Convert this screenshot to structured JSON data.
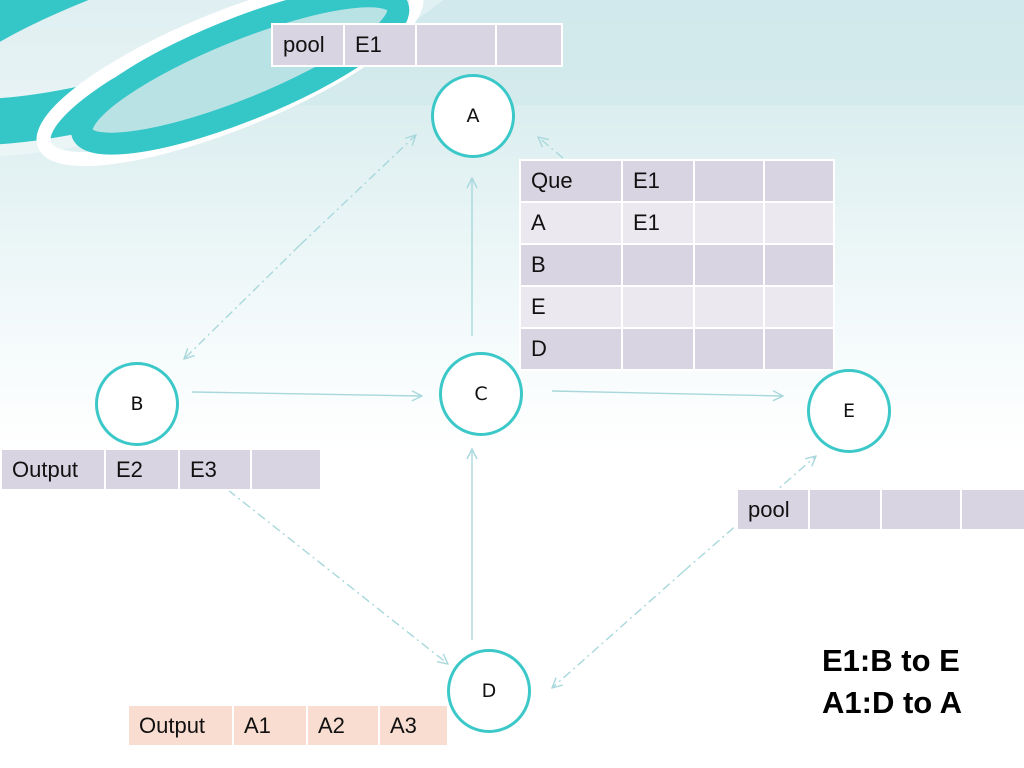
{
  "nodes": {
    "a": "A",
    "b": "B",
    "c": "C",
    "d": "D",
    "e": "E"
  },
  "pool_a": [
    "pool",
    "E1",
    "",
    ""
  ],
  "que_table": [
    [
      "Que",
      "E1",
      "",
      ""
    ],
    [
      "A",
      "E1",
      "",
      ""
    ],
    [
      "B",
      "",
      "",
      ""
    ],
    [
      "E",
      "",
      "",
      ""
    ],
    [
      "D",
      "",
      "",
      ""
    ]
  ],
  "output_b": [
    "Output",
    "E2",
    "E3",
    ""
  ],
  "pool_e": [
    "pool",
    "",
    "",
    ""
  ],
  "output_d": [
    "Output",
    "A1",
    "A2",
    "A3"
  ],
  "legend": {
    "line1": "E1:B to E",
    "line2": "A1:D to A"
  },
  "colors": {
    "teal_accent": "#3cc8c8",
    "arrow": "#a8d8dc",
    "table_purple": "#d9d4e2",
    "table_light": "#ebe8ef",
    "table_peach": "#f9ddd0"
  }
}
